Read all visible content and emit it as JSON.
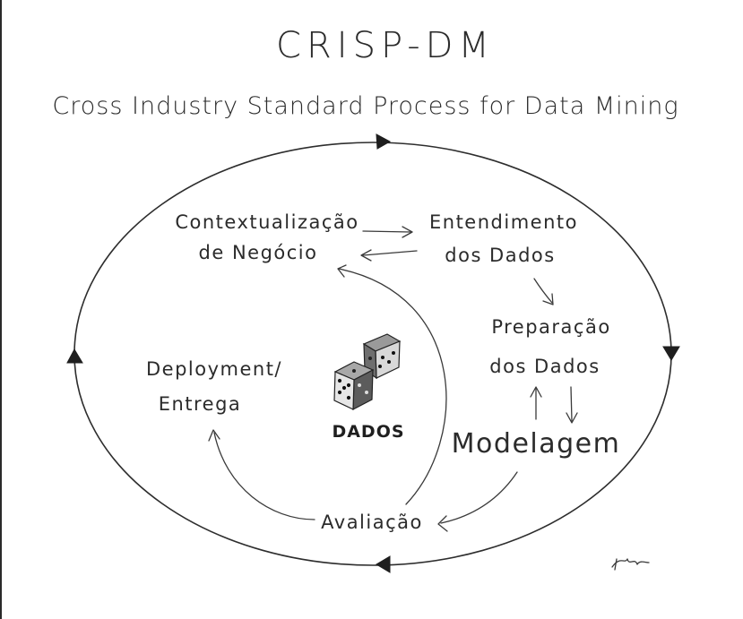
{
  "title": "CRISP-DM",
  "subtitle": "Cross Industry Standard Process for Data Mining",
  "phases": {
    "business_understanding": [
      "Contextualização",
      "de Negócio"
    ],
    "data_understanding": [
      "Entendimento",
      "dos Dados"
    ],
    "data_preparation": [
      "Preparação",
      "dos Dados"
    ],
    "modeling": "Modelagem",
    "evaluation": "Avaliação",
    "deployment": [
      "Deployment/",
      "Entrega"
    ]
  },
  "center_label": "DADOS",
  "colors": {
    "ink": "#2b2b2b",
    "paper": "#ffffff"
  },
  "icons": [
    "dice-icon",
    "signature-mark"
  ]
}
